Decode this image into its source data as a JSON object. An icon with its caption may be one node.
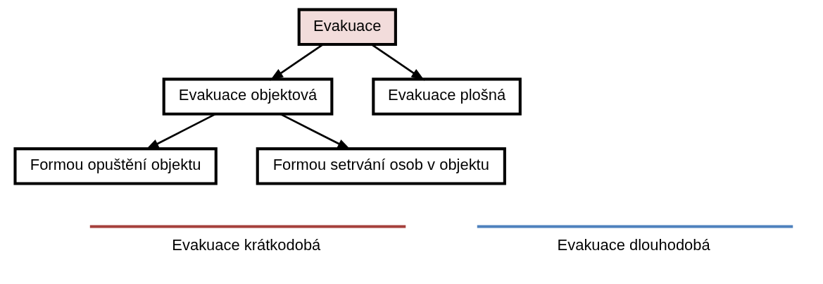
{
  "diagram": {
    "nodes": [
      {
        "text": [
          "Evakuace"
        ]
      },
      {
        "text": [
          "Evakuace objektová"
        ]
      },
      {
        "text": [
          "Evakuace plošná"
        ]
      },
      {
        "text": [
          "Formou opuštění objektu"
        ]
      },
      {
        "text": [
          "Formou setrvání osob v objektu"
        ]
      }
    ],
    "edges": [
      {
        "from": 0,
        "to": 1,
        "arrow": "to"
      },
      {
        "from": 0,
        "to": 2,
        "arrow": "to"
      },
      {
        "from": 1,
        "to": 3,
        "arrow": "to"
      },
      {
        "from": 1,
        "to": 4,
        "arrow": "to"
      }
    ],
    "labels": [
      "Evakuace krátkodobá",
      "Evakuace dlouhodobá"
    ]
  }
}
